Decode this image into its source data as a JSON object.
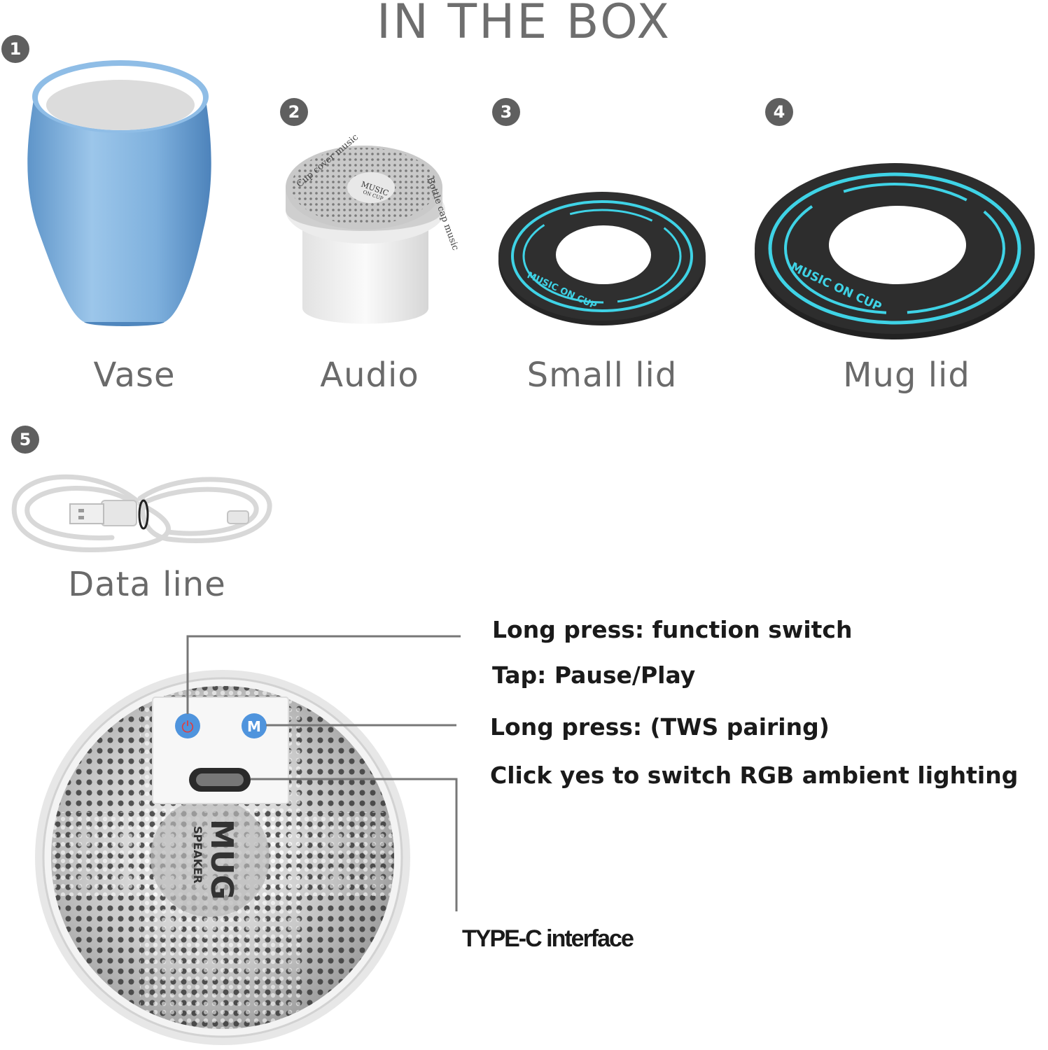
{
  "title": "IN THE BOX",
  "items": [
    {
      "number": "1",
      "label": "Vase"
    },
    {
      "number": "2",
      "label": "Audio"
    },
    {
      "number": "3",
      "label": "Small lid"
    },
    {
      "number": "4",
      "label": "Mug lid"
    },
    {
      "number": "5",
      "label": "Data line"
    }
  ],
  "speaker": {
    "brand": "MUG",
    "sub": "SPEAKER",
    "power_glyph": "⏻",
    "m_glyph": "M"
  },
  "audio_print": {
    "top": "Cup cover music",
    "right": "Bottle cap music",
    "center": "MUSIC",
    "center_sub": "ON CUP"
  },
  "lid_print": "MUSIC ON CUP",
  "callouts": {
    "line1": "Long press: function switch",
    "line2": "Tap: Pause/Play",
    "line3": "Long press: (TWS pairing)",
    "line4": "Click yes to switch RGB ambient lighting",
    "typec": "TYPE-C interface"
  },
  "colors": {
    "vase": "#7fb0dc",
    "lid_glow": "#3fd3e6",
    "badge": "#5f5f5f",
    "label": "#6a6a6a"
  }
}
